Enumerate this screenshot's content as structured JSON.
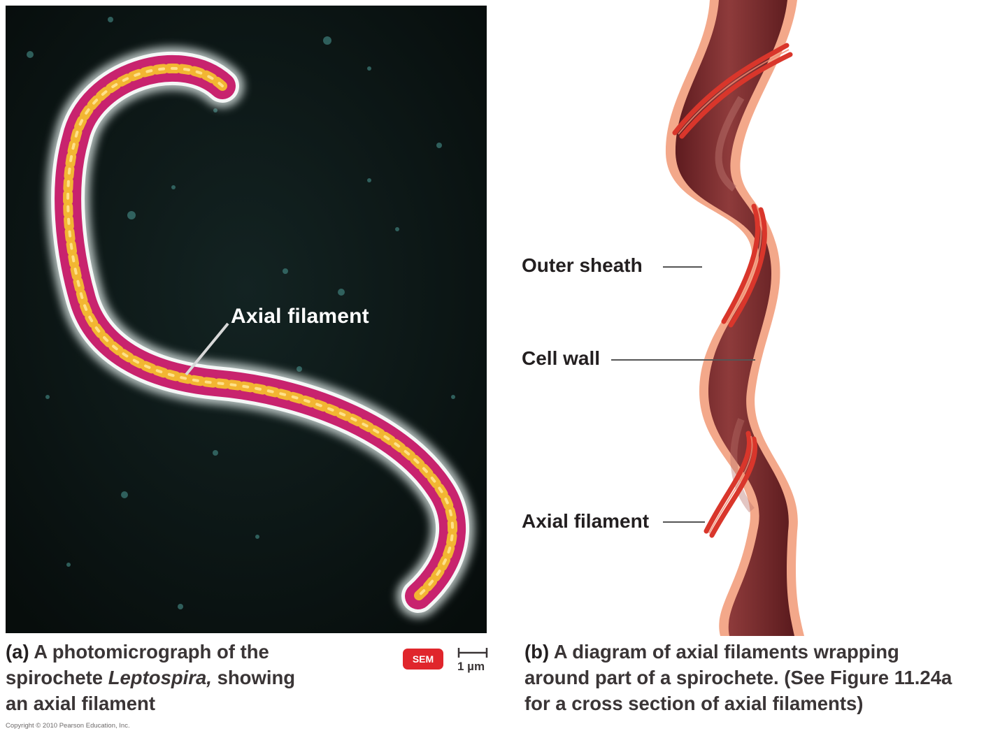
{
  "panel_a": {
    "label_axial": "Axial filament",
    "caption_tag": "(a)",
    "caption_line1": "A photomicrograph of the",
    "caption_line2_pre": "spirochete",
    "caption_line2_italic": "Leptospira,",
    "caption_line2_post": "showing",
    "caption_line3": "an axial filament",
    "badge": "SEM",
    "scale": "1 µm"
  },
  "panel_b": {
    "label_outer_sheath": "Outer sheath",
    "label_cell_wall": "Cell wall",
    "label_axial": "Axial filament",
    "caption_tag": "(b)",
    "caption_line1": "A diagram of axial filaments wrapping",
    "caption_line2": "around part of a spirochete. (See Figure 11.24a",
    "caption_line3": "for a cross section of axial filaments)"
  },
  "copyright": "Copyright © 2010 Pearson Education, Inc.",
  "colors": {
    "background_a": "#0d1716",
    "cell_magenta": "#c8236e",
    "filament_yellow": "#f2b632",
    "body_maroon": "#7d2a2c",
    "sheath_pink": "#f3a88a",
    "filament_red": "#d9362b",
    "badge_red": "#e0262c"
  }
}
